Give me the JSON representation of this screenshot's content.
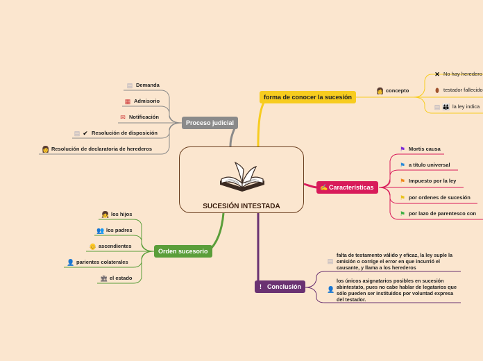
{
  "central": {
    "title": "SUCESIÓN INTESTADA",
    "icon": "open-book-icon"
  },
  "forma": {
    "title": "forma de conocer la sucesión",
    "color": "#f7cc1f",
    "concepto": "concepto",
    "items": [
      "No hay heredero",
      "testador fallecido",
      "la ley indica"
    ]
  },
  "caracteristicas": {
    "title": "Características",
    "color": "#d81b5a",
    "items": [
      "Mortis causa",
      "a título universal",
      "Impuesto por la ley",
      "por ordenes de sucesión",
      "por lazo de parentesco con"
    ]
  },
  "conclusion": {
    "title": "Conclusión",
    "color": "#6a3272",
    "items": [
      "falta de testamento válido y eficaz, la ley suple la omisión o corrige el error en que incurrió el causante, y llama a los herederos",
      "los únicos asignatarios posibles en sucesión abintestato, pues no cabe hablar de legatarios que sólo pueden ser instituidos por voluntad expresa del testador."
    ]
  },
  "orden": {
    "title": "Orden sucesorio",
    "color": "#5a9e3a",
    "items": [
      "los hijos",
      "los padres",
      "ascendientes",
      "parientes colaterales",
      "el estado"
    ]
  },
  "proceso": {
    "title": "Proceso judicial",
    "color": "#8a8a8a",
    "items": [
      "Demanda",
      "Admisorio",
      "Notificación",
      "Resolución de disposición",
      "Resolución de declaratoria de herederos"
    ]
  }
}
